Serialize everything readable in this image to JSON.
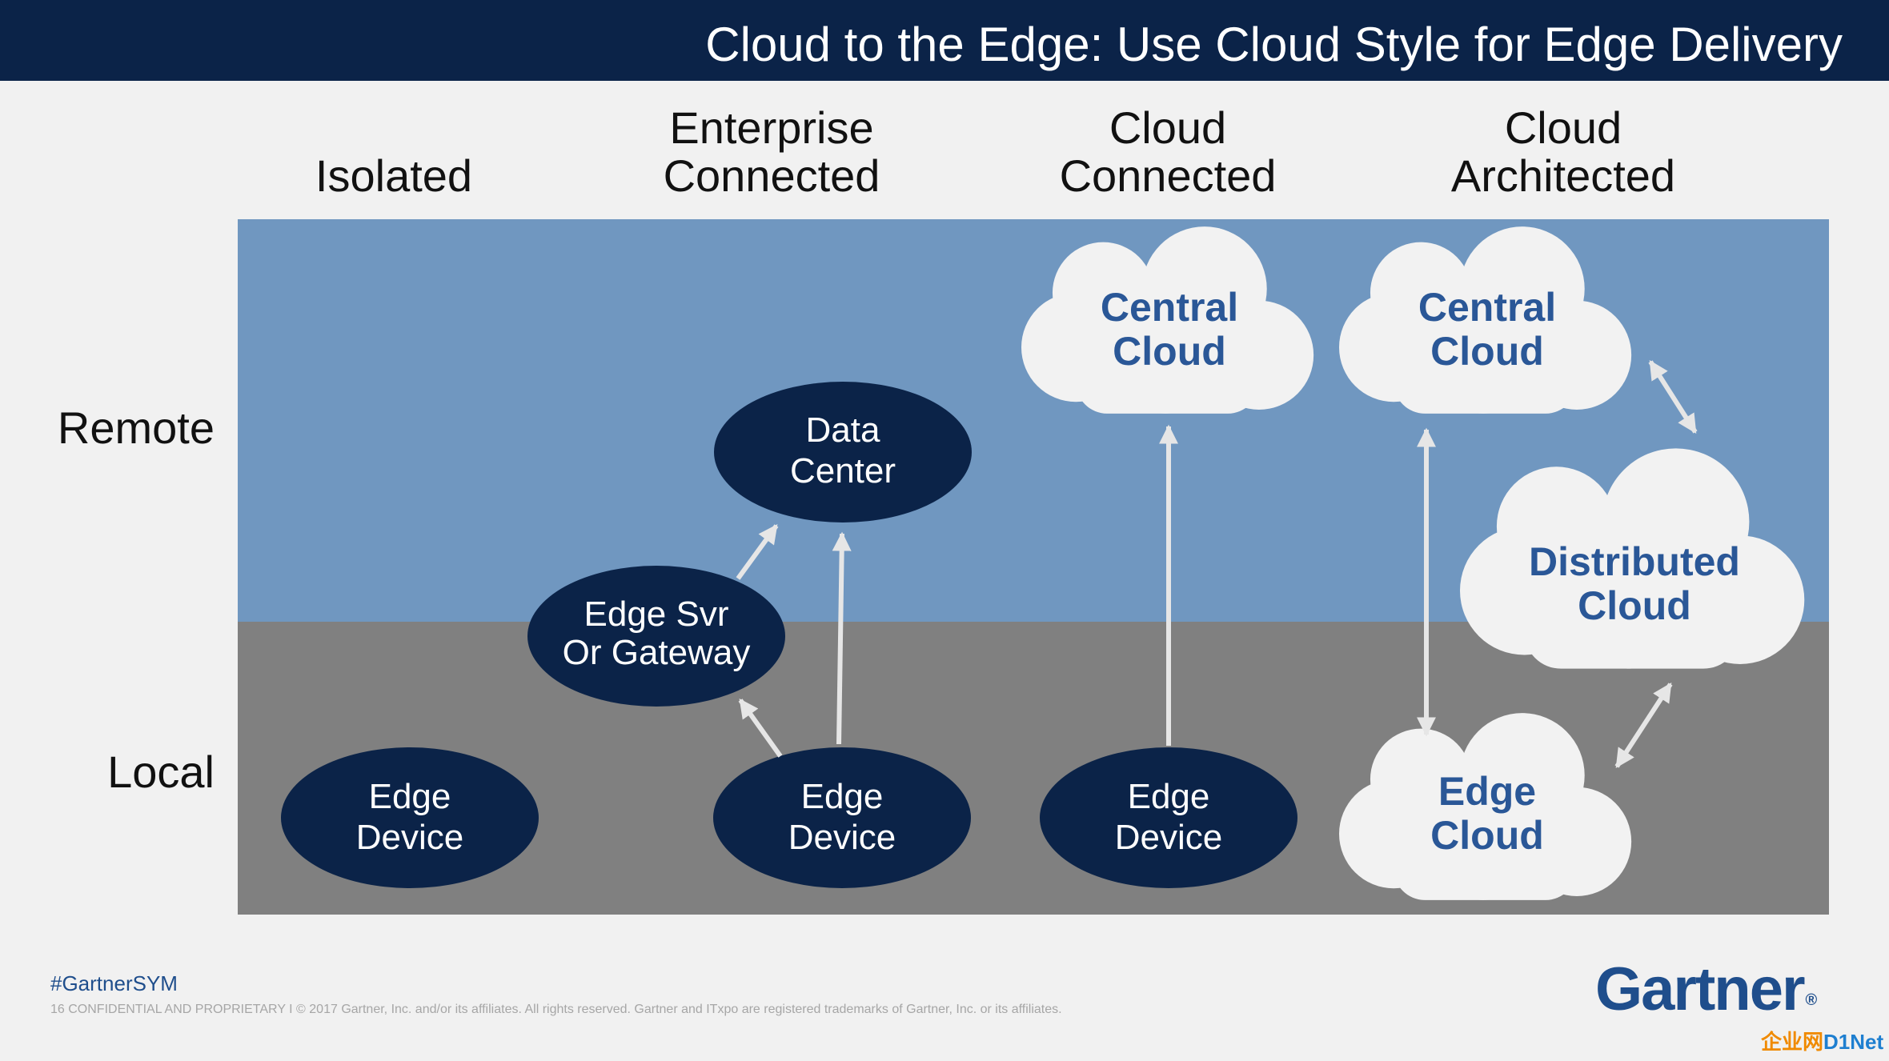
{
  "title": "Cloud to the Edge: Use Cloud Style for Edge Delivery",
  "columns": {
    "isolated": "Isolated",
    "enterprise": "Enterprise\nConnected",
    "cloud_connected": "Cloud\nConnected",
    "cloud_architected": "Cloud\nArchitected"
  },
  "rows": {
    "remote": "Remote",
    "local": "Local"
  },
  "nodes": {
    "data_center": "Data\nCenter",
    "edge_svr": "Edge Svr\nOr Gateway",
    "edge_device_1": "Edge\nDevice",
    "edge_device_2": "Edge\nDevice",
    "edge_device_3": "Edge\nDevice",
    "central_cloud_1": "Central\nCloud",
    "central_cloud_2": "Central\nCloud",
    "distributed_cloud": "Distributed\nCloud",
    "edge_cloud": "Edge\nCloud"
  },
  "colors": {
    "title_bar": "#0b2348",
    "remote_band": "#7097c0",
    "local_band": "#808080",
    "node": "#0b2348",
    "cloud_text": "#2a5797",
    "arrow": "#e6e6e6"
  },
  "footer": {
    "hashtag": "#GartnerSYM",
    "legal": "16 CONFIDENTIAL AND PROPRIETARY I © 2017 Gartner, Inc. and/or its affiliates. All rights reserved. Gartner and ITxpo are registered trademarks of Gartner, Inc. or its affiliates.",
    "logo": "Gartner",
    "logo_mark": "®"
  },
  "watermark": {
    "part1": "企业网",
    "part2": "D1Net"
  }
}
